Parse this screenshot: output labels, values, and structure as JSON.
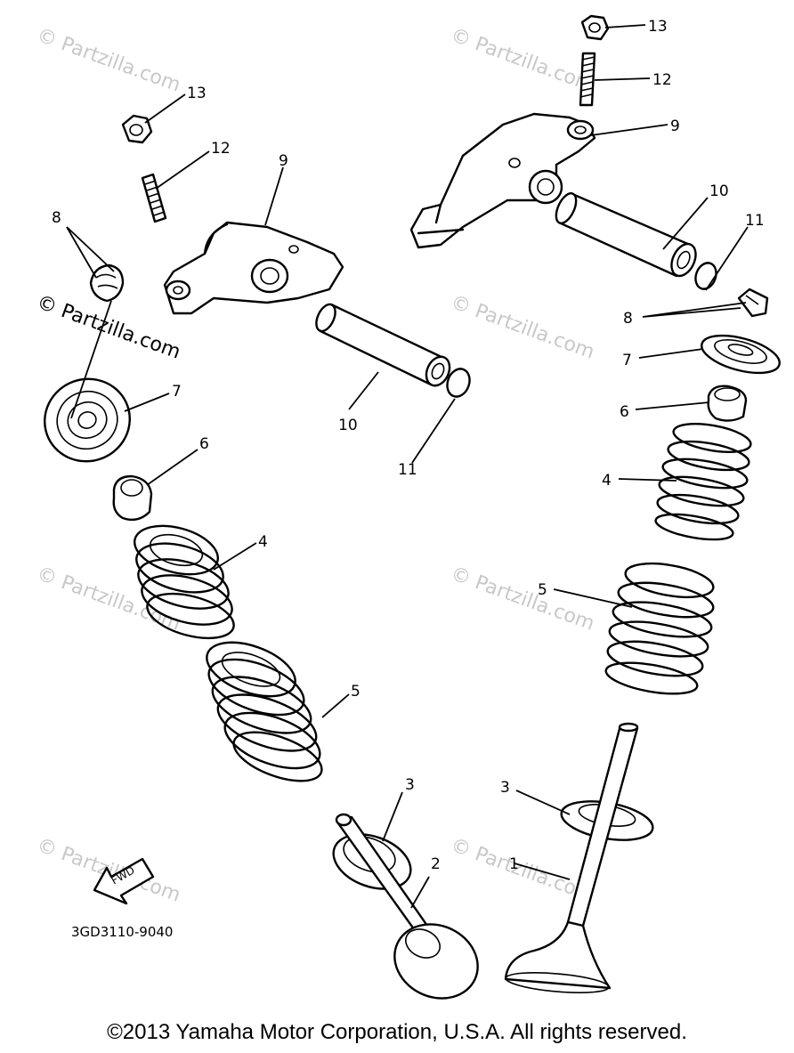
{
  "watermarks": [
    "© Partzilla.com",
    "© Partzilla.com",
    "© Partzilla.com",
    "© Partzilla.com",
    "© Partzilla.com",
    "© Partzilla.com",
    "© Partzilla.com"
  ],
  "callouts": [
    "13",
    "12",
    "9",
    "10",
    "11",
    "8",
    "7",
    "6",
    "4",
    "5",
    "3",
    "2",
    "1",
    "13",
    "12",
    "9",
    "10",
    "11",
    "8",
    "7",
    "6",
    "4",
    "5",
    "3"
  ],
  "fwd_label": "FWD",
  "diagram_code": "3GD3110-9040",
  "copyright": "©2013  Yamaha Motor Corporation, U.S.A. All rights reserved."
}
